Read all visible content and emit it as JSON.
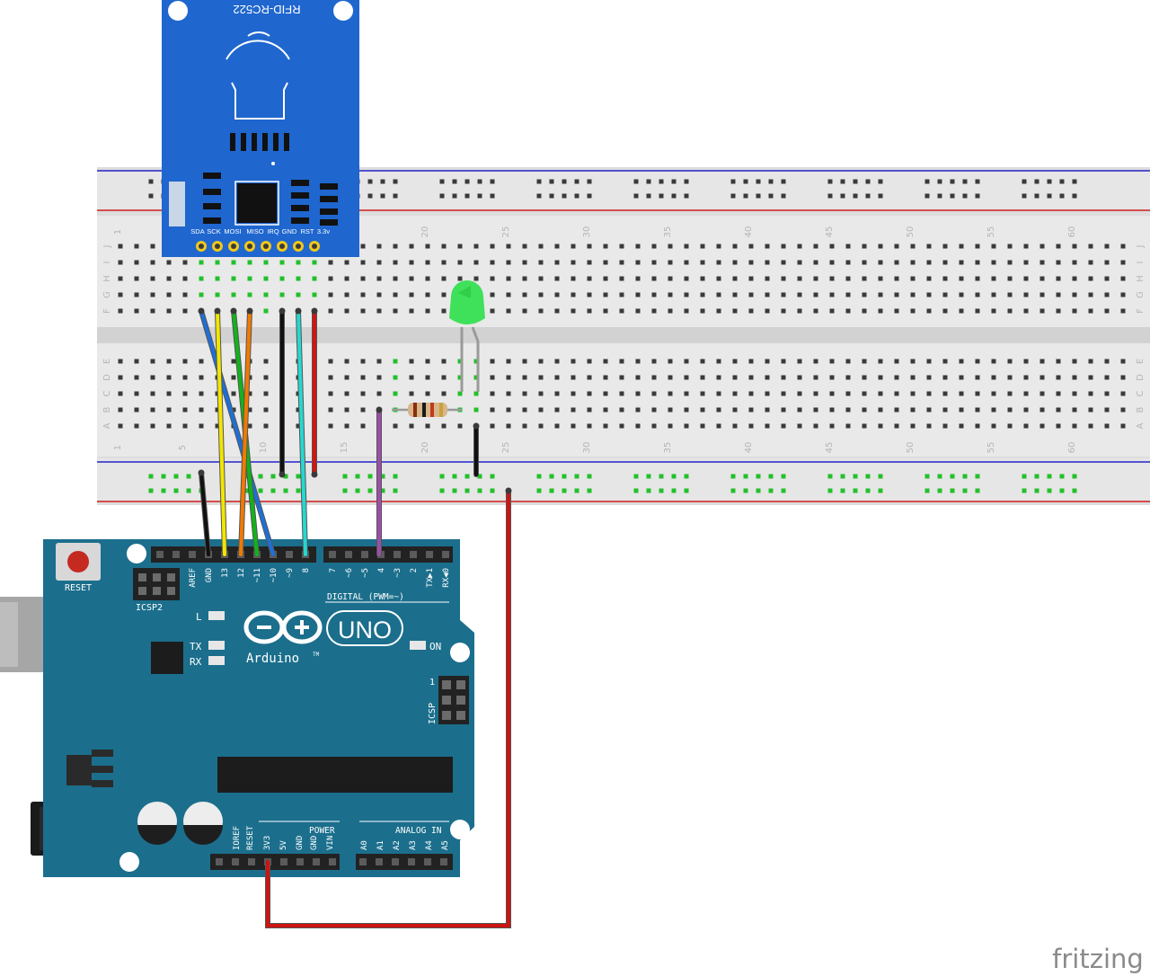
{
  "rfid": {
    "title": "RFID-RC522",
    "pins": [
      "SDA",
      "SCK",
      "MOSI",
      "MISO",
      "IRQ",
      "GND",
      "RST",
      "3.3v"
    ]
  },
  "breadboard": {
    "row_letters_top": [
      "J",
      "I",
      "H",
      "G",
      "F"
    ],
    "row_letters_bottom": [
      "E",
      "D",
      "C",
      "B",
      "A"
    ],
    "column_numbers_top": [
      "1",
      "20",
      "25",
      "30",
      "35",
      "40",
      "45",
      "50",
      "55",
      "60"
    ],
    "column_numbers_bottom": [
      "1",
      "5",
      "10",
      "15",
      "20",
      "25",
      "30",
      "35",
      "40",
      "45",
      "50",
      "55",
      "60"
    ]
  },
  "arduino": {
    "reset_label": "RESET",
    "icsp2_label": "ICSP2",
    "icsp_label": "ICSP",
    "icsp_pin1": "1",
    "digital_header_labels": [
      "AREF",
      "GND",
      "13",
      "12",
      "~11",
      "~10",
      "~9",
      "8",
      "7",
      "~6",
      "~5",
      "4",
      "~3",
      "2",
      "TX▶1",
      "RX◀0"
    ],
    "digital_caption": "DIGITAL (PWM=~)",
    "led_l": "L",
    "tx": "TX",
    "rx": "RX",
    "on": "ON",
    "uno": "UNO",
    "brand": "Arduino",
    "tm": "TM",
    "power_caption": "POWER",
    "analog_caption": "ANALOG IN",
    "power_labels": [
      "IOREF",
      "RESET",
      "3V3",
      "5V",
      "GND",
      "GND",
      "VIN"
    ],
    "analog_labels": [
      "A0",
      "A1",
      "A2",
      "A3",
      "A4",
      "A5"
    ]
  },
  "wires": [
    {
      "name": "SDA",
      "color": "#1e6fd6"
    },
    {
      "name": "SCK",
      "color": "#f2e600"
    },
    {
      "name": "MOSI",
      "color": "#10b41a"
    },
    {
      "name": "MISO",
      "color": "#f07a00"
    },
    {
      "name": "GND",
      "color": "#111111"
    },
    {
      "name": "RST",
      "color": "#25d8d0"
    },
    {
      "name": "3.3v",
      "color": "#d4140e"
    },
    {
      "name": "LED",
      "color": "#9b4fa8"
    },
    {
      "name": "POWER",
      "color": "#cc1512"
    }
  ],
  "led_color": "#3fe05a",
  "logo": "fritzing"
}
